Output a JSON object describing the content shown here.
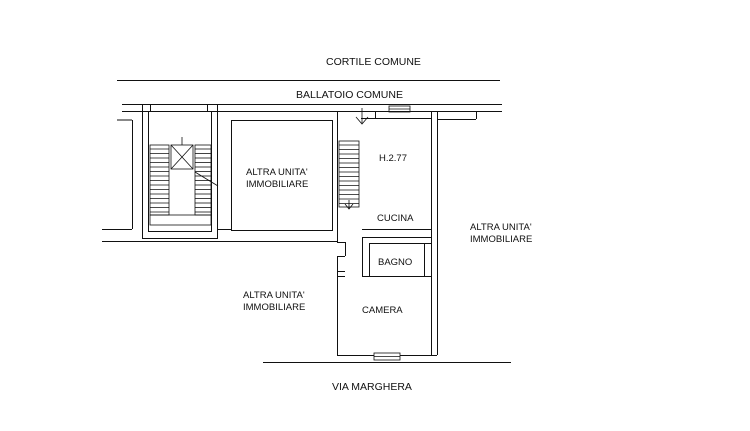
{
  "plan": {
    "streets": {
      "courtyard": "CORTILE  COMUNE",
      "balcony": "BALLATOIO COMUNE",
      "street": "VIA  MARGHERA"
    },
    "rooms": {
      "height": "H.2.77",
      "kitchen": "CUCINA",
      "bathroom": "BAGNO",
      "bedroom": "CAMERA"
    },
    "other_units": {
      "upper_left": [
        "ALTRA UNITA'",
        "IMMOBILIARE"
      ],
      "right": [
        "ALTRA UNITA'",
        "IMMOBILIARE"
      ],
      "lower_left": [
        "ALTRA UNITA'",
        "IMMOBILIARE"
      ]
    }
  }
}
